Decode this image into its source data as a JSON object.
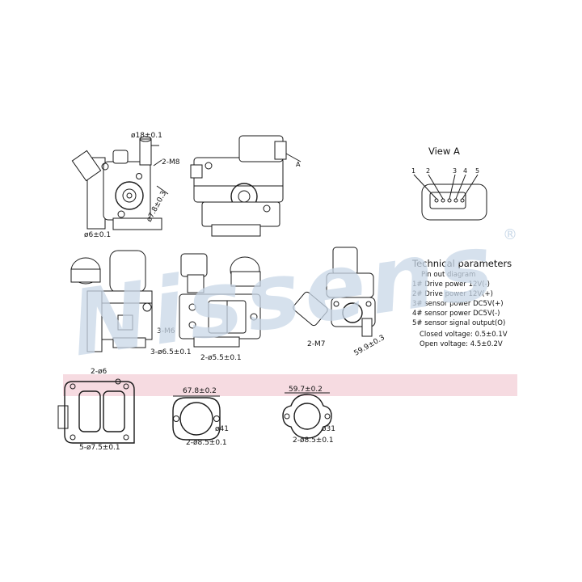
{
  "watermark": {
    "brand": "Nissens",
    "registered": "®"
  },
  "view_a": {
    "title": "View A",
    "pins": [
      "1",
      "2",
      "3",
      "4",
      "5"
    ],
    "marker": "A"
  },
  "technical_parameters": {
    "title": "Technical parameters",
    "subtitle": "Pin out diagram",
    "pinout": [
      "1# Drive power  12V(-)",
      "2# Drive power  12V(+)",
      "3# sensor power DC5V(+)",
      "4# sensor power DC5V(-)",
      "5# sensor signal output(O)"
    ],
    "voltages": [
      "Closed voltage: 0.5±0.1V",
      "Open voltage: 4.5±0.2V"
    ]
  },
  "dimensions": {
    "d18": "ø18±0.1",
    "m8": "2-M8",
    "d78": "ø7.8±0.3",
    "d6": "ø6±0.1",
    "m6": "3-M6",
    "d65": "3-ø6.5±0.1",
    "d55": "2-ø5.5±0.1",
    "m7": "2-M7",
    "d599_view": "59.9±0.3",
    "g2_6": "2-ø6",
    "g5_75": "5-ø7.5±0.1",
    "g678": "67.8±0.2",
    "g41": "ø41",
    "g2_85a": "2-ø8.5±0.1",
    "g597": "59.7±0.2",
    "g31": "ø31",
    "g2_85b": "2-ø8.5±0.1"
  },
  "colors": {
    "band": "#f6dbe1",
    "watermark": "#c9d8e8",
    "ink": "#1a1a1a"
  }
}
